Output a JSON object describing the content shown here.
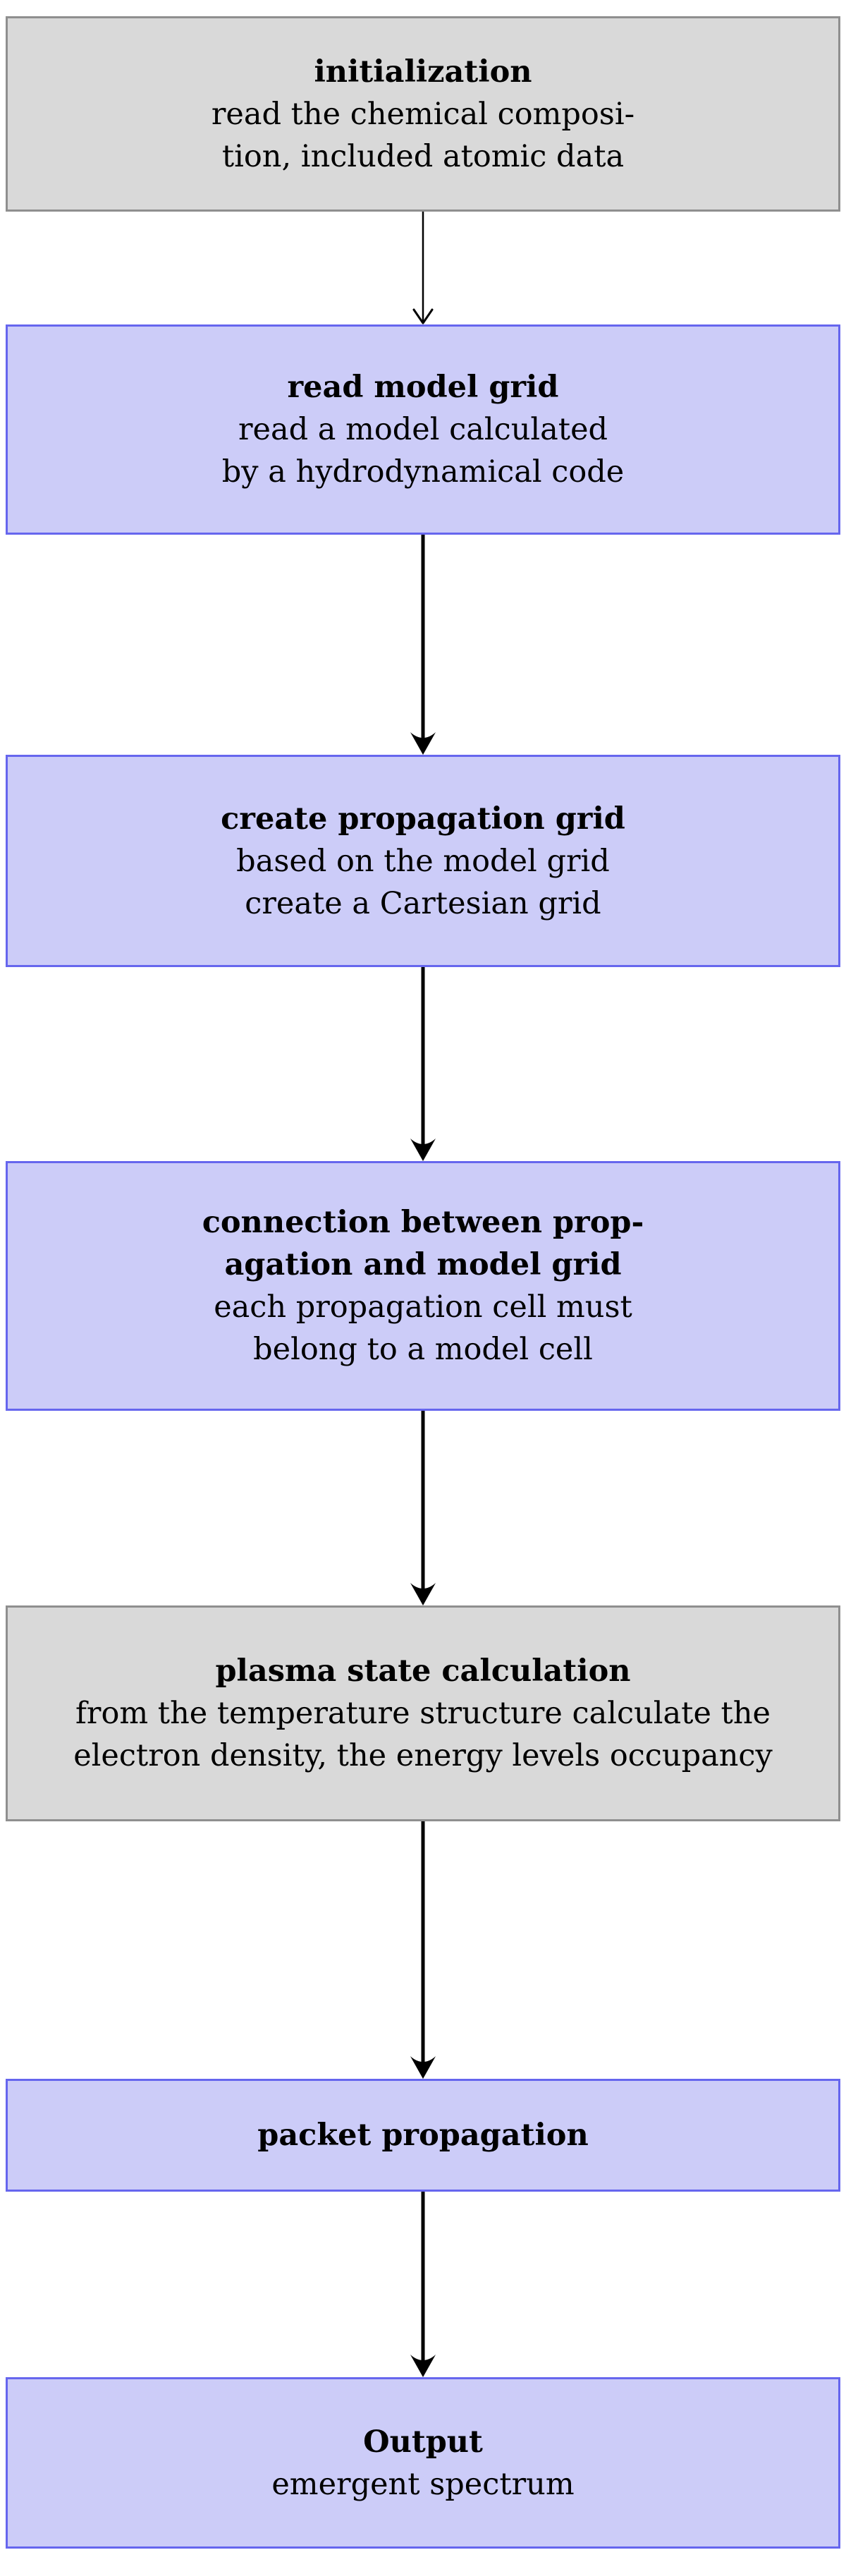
{
  "diagram": {
    "type": "flowchart",
    "orientation": "top-down",
    "colors": {
      "purple_fill": "#ccccf8",
      "purple_border": "#6666ee",
      "gray_fill": "#d9d9d9",
      "gray_border": "#8f8f8f",
      "arrow": "#000000",
      "text": "#000000"
    },
    "boxes": [
      {
        "id": "initialization",
        "variant": "gray",
        "title_lines": [
          "initialization"
        ],
        "body_lines": [
          "read the chemical composi-",
          "tion, included atomic data"
        ]
      },
      {
        "id": "read-model-grid",
        "variant": "purple",
        "title_lines": [
          "read model grid"
        ],
        "body_lines": [
          "read a model calculated",
          "by a hydrodynamical code"
        ]
      },
      {
        "id": "create-propagation-grid",
        "variant": "purple",
        "title_lines": [
          "create propagation grid"
        ],
        "body_lines": [
          "based on the model grid",
          "create a Cartesian grid"
        ]
      },
      {
        "id": "connection-between-propagation-and-model-grid",
        "variant": "purple",
        "title_lines": [
          "connection between prop-",
          "agation and model grid"
        ],
        "body_lines": [
          "each propagation cell must",
          "belong to a model cell"
        ]
      },
      {
        "id": "plasma-state-calculation",
        "variant": "gray",
        "title_lines": [
          "plasma state calculation"
        ],
        "body_lines": [
          "from the temperature structure calculate the",
          "electron density, the energy levels occupancy"
        ]
      },
      {
        "id": "packet-propagation",
        "variant": "purple",
        "title_lines": [
          "packet propagation"
        ],
        "body_lines": []
      },
      {
        "id": "output",
        "variant": "purple",
        "title_lines": [
          "Output"
        ],
        "body_lines": [
          "emergent spectrum"
        ]
      }
    ],
    "arrows": [
      {
        "from": "initialization",
        "to": "read-model-grid",
        "style": "thin"
      },
      {
        "from": "read-model-grid",
        "to": "create-propagation-grid",
        "style": "thick"
      },
      {
        "from": "create-propagation-grid",
        "to": "connection-between-propagation-and-model-grid",
        "style": "thick"
      },
      {
        "from": "connection-between-propagation-and-model-grid",
        "to": "plasma-state-calculation",
        "style": "thick"
      },
      {
        "from": "plasma-state-calculation",
        "to": "packet-propagation",
        "style": "thick"
      },
      {
        "from": "packet-propagation",
        "to": "output",
        "style": "thick"
      }
    ]
  }
}
